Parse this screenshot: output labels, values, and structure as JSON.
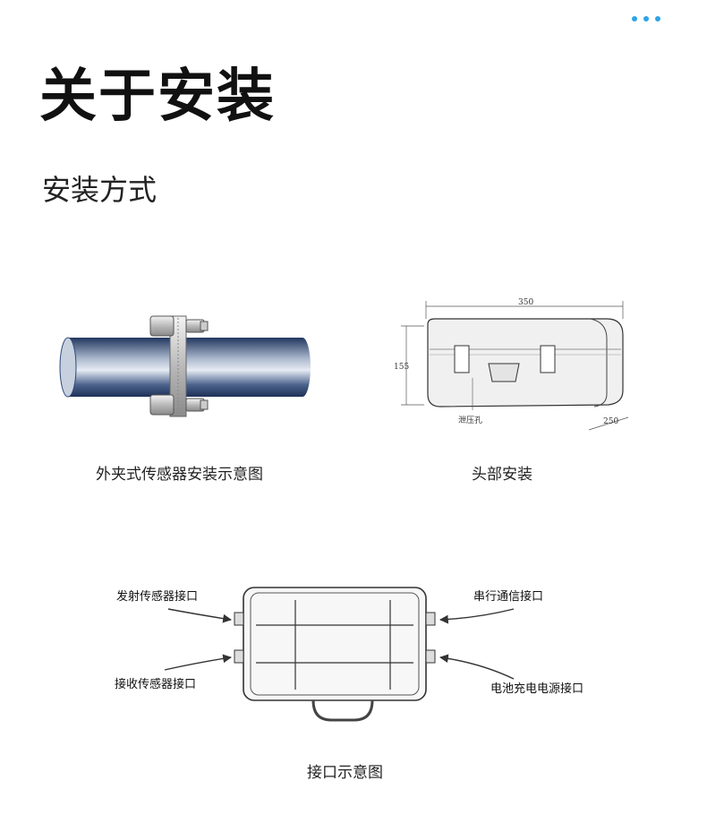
{
  "header": {
    "menu_icon": "more-dots-icon"
  },
  "page": {
    "title": "关于安装",
    "subtitle": "安装方式"
  },
  "figures": {
    "clamp_sensor": {
      "caption": "外夹式传感器安装示意图"
    },
    "head_install": {
      "caption": "头部安装",
      "dim_width": "350",
      "dim_height": "155",
      "dim_depth": "250",
      "hole_label": "泄压孔"
    },
    "interface": {
      "caption": "接口示意图",
      "labels": {
        "transmit": "发射传感器接口",
        "receive": "接收传感器接口",
        "serial": "串行通信接口",
        "battery": "电池充电电源接口"
      }
    }
  },
  "colors": {
    "accent_dots": "#2fa4e7",
    "pipe": "#2f4a78"
  }
}
